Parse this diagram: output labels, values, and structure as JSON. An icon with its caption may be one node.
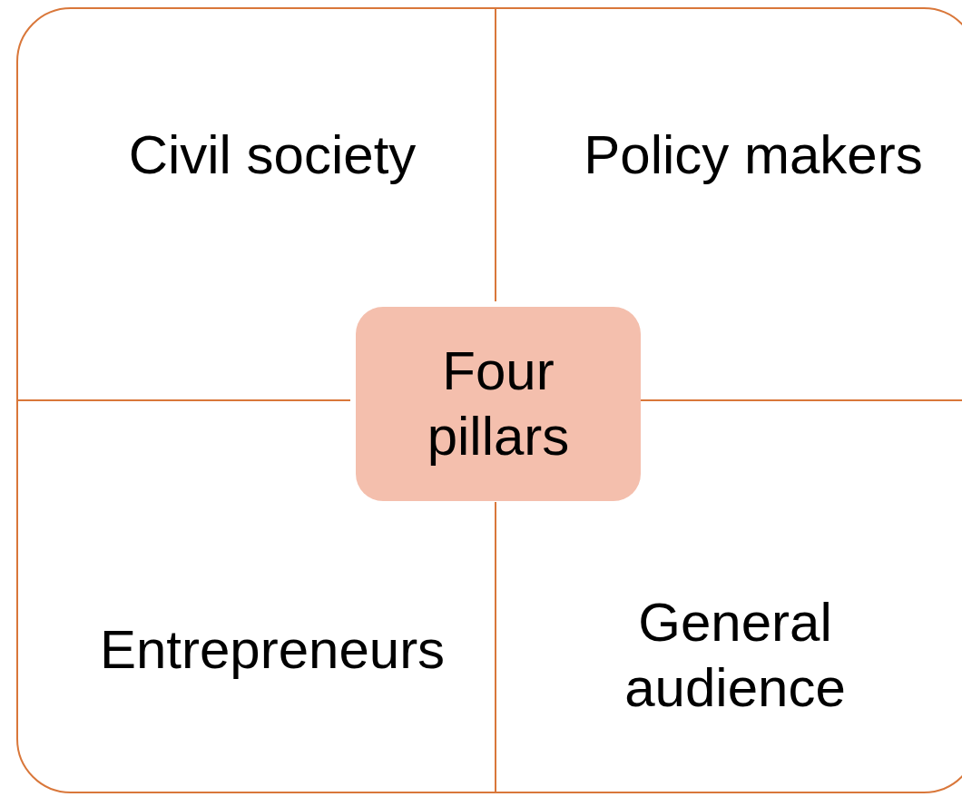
{
  "diagram": {
    "nodes": [
      {
        "text": [],
        "shape": "box"
      },
      {
        "text": [
          "Civil society"
        ],
        "in": 0
      },
      {
        "text": [
          "Policy makers"
        ],
        "in": 0
      },
      {
        "text": [
          "Four pillars"
        ],
        "in": 0
      },
      {
        "text": [
          "Entrepreneurs"
        ],
        "in": 0
      },
      {
        "text": [
          "General audience"
        ],
        "in": 0
      }
    ]
  }
}
